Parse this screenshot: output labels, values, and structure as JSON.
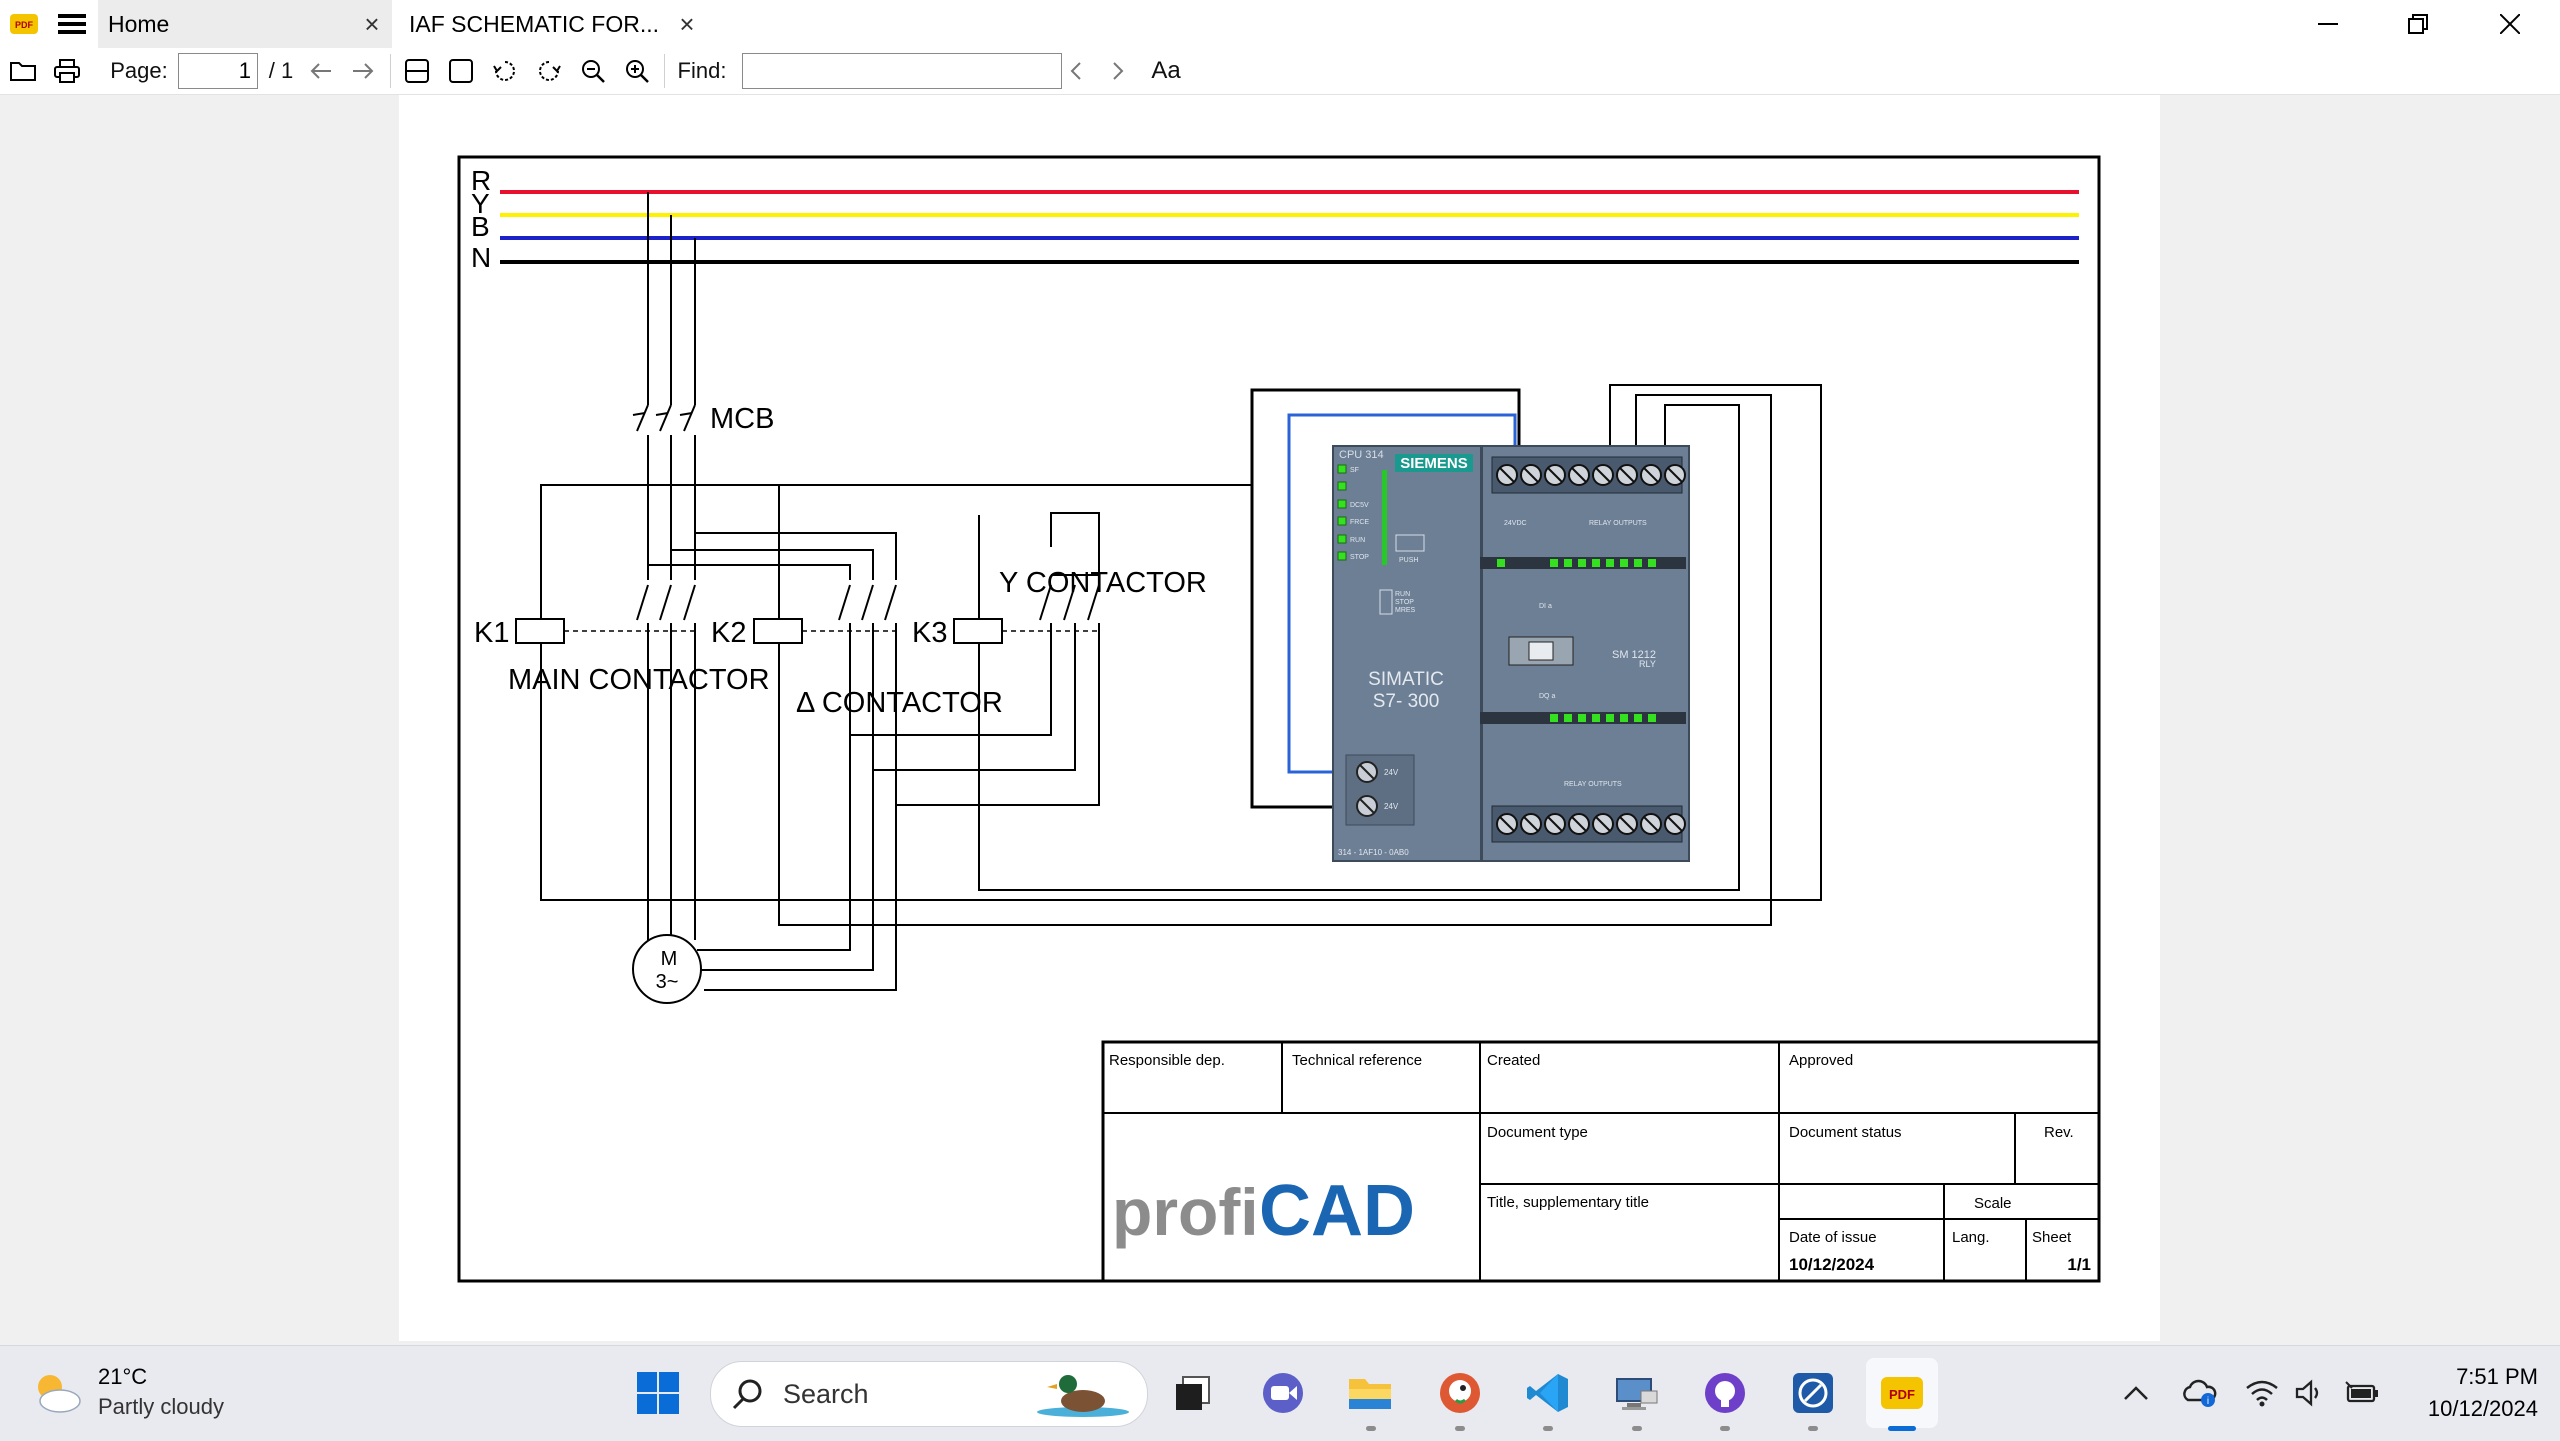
{
  "app": {
    "tabs": [
      {
        "label": "Home",
        "active": true
      },
      {
        "label": "IAF SCHEMATIC FOR..."
      }
    ],
    "icons": {
      "app": "sumatra-pdf-icon",
      "menu": "hamburger-menu-icon",
      "close_tab": "close-icon",
      "minimize": "minimize-icon",
      "restore": "restore-icon",
      "close": "close-icon"
    }
  },
  "toolbar": {
    "page_label": "Page:",
    "page_value": "1",
    "page_total": "/ 1",
    "find_label": "Find:",
    "find_value": "",
    "match_case_label": "Aa"
  },
  "schematic": {
    "phases": [
      {
        "label": "R",
        "color": "#e8112d"
      },
      {
        "label": "Y",
        "color": "#fff200"
      },
      {
        "label": "B",
        "color": "#1c22c8"
      },
      {
        "label": "N",
        "color": "#000000"
      }
    ],
    "labels": {
      "mcb": "MCB",
      "k1": "K1",
      "k2": "K2",
      "k3": "K3",
      "main_contactor": "MAIN CONTACTOR",
      "delta_contactor": "Δ CONTACTOR",
      "star_contactor": "Y CONTACTOR",
      "motor_m": "M",
      "motor_3": "3~"
    },
    "plc": {
      "brand": "SIEMENS",
      "cpu": "CPU 314",
      "model": "SIMATIC",
      "model_line2": "S7- 300",
      "module": "SM 1212",
      "module_line2": "RLY",
      "push": "PUSH",
      "di": "DI a",
      "dq": "DQ a",
      "relay_outputs": "RELAY OUTPUTS",
      "supply": "24VDC",
      "order_no": "314 - 1AF10 - 0AB0",
      "v1": "24V",
      "v2": "24V",
      "mode": [
        "RUN",
        "STOP",
        "MRES"
      ],
      "status": [
        "SF",
        "",
        "DC5V",
        "FRCE",
        "RUN",
        "STOP"
      ]
    },
    "title_block": {
      "responsible": "Responsible dep.",
      "technical": "Technical reference",
      "created": "Created",
      "approved": "Approved",
      "doc_type": "Document type",
      "doc_status": "Document status",
      "rev": "Rev.",
      "title": "Title, supplementary title",
      "scale": "Scale",
      "date_label": "Date of issue",
      "lang": "Lang.",
      "sheet_label": "Sheet",
      "date": "10/12/2024",
      "sheet": "1/1",
      "logo_a": "profi",
      "logo_b": "CAD",
      "logo_color": "#1b66b3"
    }
  },
  "taskbar": {
    "weather_temp": "21°C",
    "weather_desc": "Partly cloudy",
    "search_placeholder": "Search",
    "time": "7:51 PM",
    "date": "10/12/2024",
    "apps": [
      "windows-start-icon",
      "search-icon",
      "task-view-icon",
      "meet-icon",
      "file-explorer-icon",
      "duckduckgo-icon",
      "vscode-icon",
      "network-icon",
      "github-desktop-icon",
      "remote-desktop-icon",
      "sumatra-pdf-icon"
    ],
    "tray": [
      "chevron-up-icon",
      "onedrive-icon",
      "wifi-icon",
      "volume-icon",
      "battery-icon"
    ]
  }
}
